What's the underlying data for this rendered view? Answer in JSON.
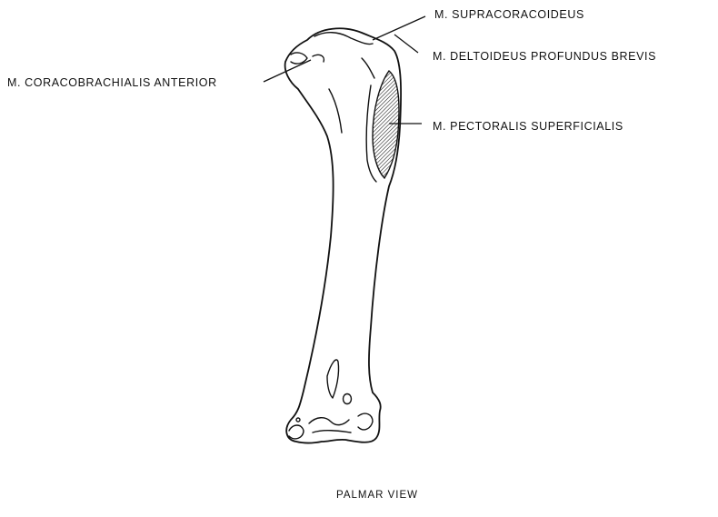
{
  "labels": {
    "supracoracoideus": "M. SUPRACORACOIDEUS",
    "deltoideus": "M. DELTOIDEUS PROFUNDUS BREVIS",
    "coracobrachialis": "M. CORACOBRACHIALIS ANTERIOR",
    "pectoralis": "M. PECTORALIS SUPERFICIALIS",
    "view": "PALMAR VIEW"
  },
  "colors": {
    "ink": "#111111",
    "background": "#ffffff"
  }
}
